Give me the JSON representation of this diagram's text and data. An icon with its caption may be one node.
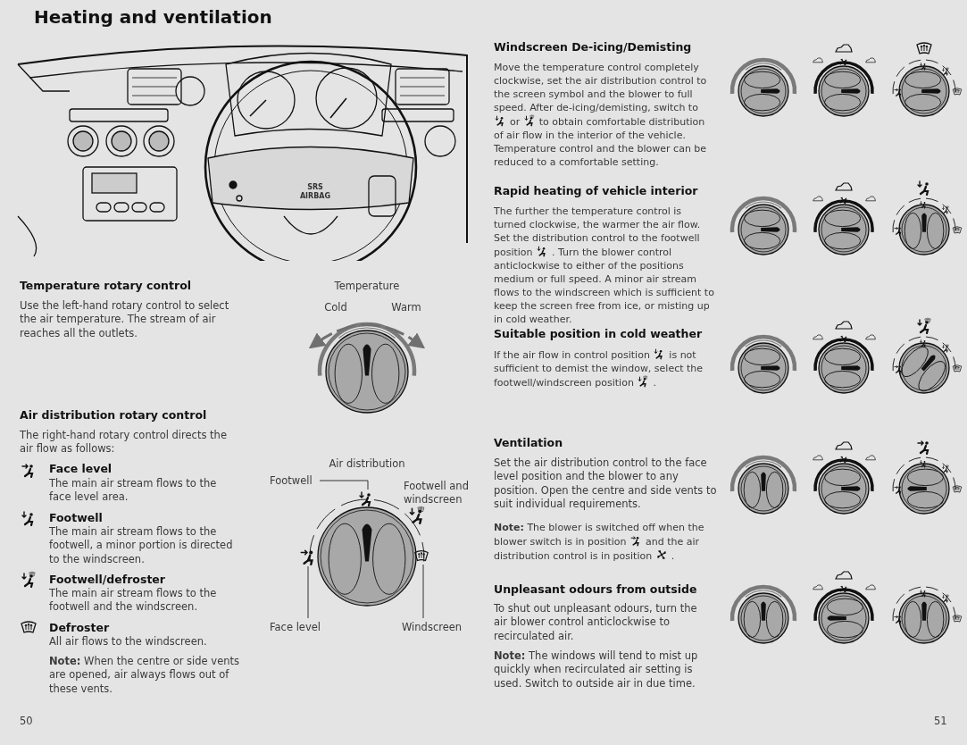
{
  "diagram": {
    "title": "Heating and ventilation",
    "nodes": [
      {
        "text": [
          "Footwell"
        ]
      },
      {
        "text": [],
        "shape": "picture"
      },
      {
        "text": [],
        "shape": "picture"
      },
      {
        "text": [],
        "shape": "picture"
      },
      {
        "text": [
          "Face level"
        ]
      },
      {
        "text": [
          "Windscreen"
        ]
      }
    ],
    "edges": [
      {
        "from": 0,
        "to": 1,
        "arrow": "none"
      },
      {
        "from": 4,
        "to": 2,
        "arrow": "none"
      },
      {
        "from": 5,
        "to": 3,
        "arrow": "none"
      }
    ],
    "labels": [
      "SRS",
      "AIRBAG",
      "Temperature rotary control",
      "Use the left-hand rotary control to select the air temperature. The stream of air reaches all the outlets.",
      "Temperature",
      "Cold",
      "Warm",
      "Air distribution rotary control",
      "The right-hand rotary control directs the air flow as follows:",
      "Face level",
      "The main air stream flows to the face level area.",
      "Footwell",
      "The main air stream flows to the footwell, a minor portion is directed to the windscreen.",
      "Footwell/defroster",
      "The main air stream flows to the footwell and the windscreen.",
      "Defroster",
      "All air flows to the windscreen.",
      "**Note:** When the centre or side vents are opened, air always flows out of these vents.",
      "Air distribution",
      "Footwell and windscreen",
      "50",
      "Windscreen De-icing/Demisting",
      "Move the temperature control completely clockwise, set the air distribution control to the screen symbol and the blower to full speed. After de-icing/demisting, switch to",
      "or",
      "to obtain comfortable distribution of air flow in the interior of the vehicle. Temperature control and the blower can be reduced to a comfortable setting.",
      "Rapid heating of vehicle interior",
      "The further the temperature control is turned clockwise, the warmer the air flow. Set the distribution control to the footwell position",
      ". Turn the blower control anticlockwise to either of the positions medium or full speed. A minor air stream flows to the windscreen which is sufficient to keep the screen free from ice, or misting up in cold weather.",
      "Suitable position in cold weather",
      "If the air flow in control position",
      "is not sufficient to demist the window, select the footwell/windscreen position",
      ".",
      "Ventilation",
      "Set the air distribution control to the face level position and the blower to any position. Open the centre and side vents to suit individual requirements.",
      "**Note:** The blower is switched off when the blower switch is in position",
      "and the air distribution control is in position",
      ".",
      "Unpleasant odours from outside",
      "To shut out unpleasant odours, turn the air blower control anticlockwise to recirculated air.",
      "**Note:** The windows will tend to mist up quickly when recirculated air setting is used. Switch to outside air in due time.",
      "51"
    ]
  }
}
